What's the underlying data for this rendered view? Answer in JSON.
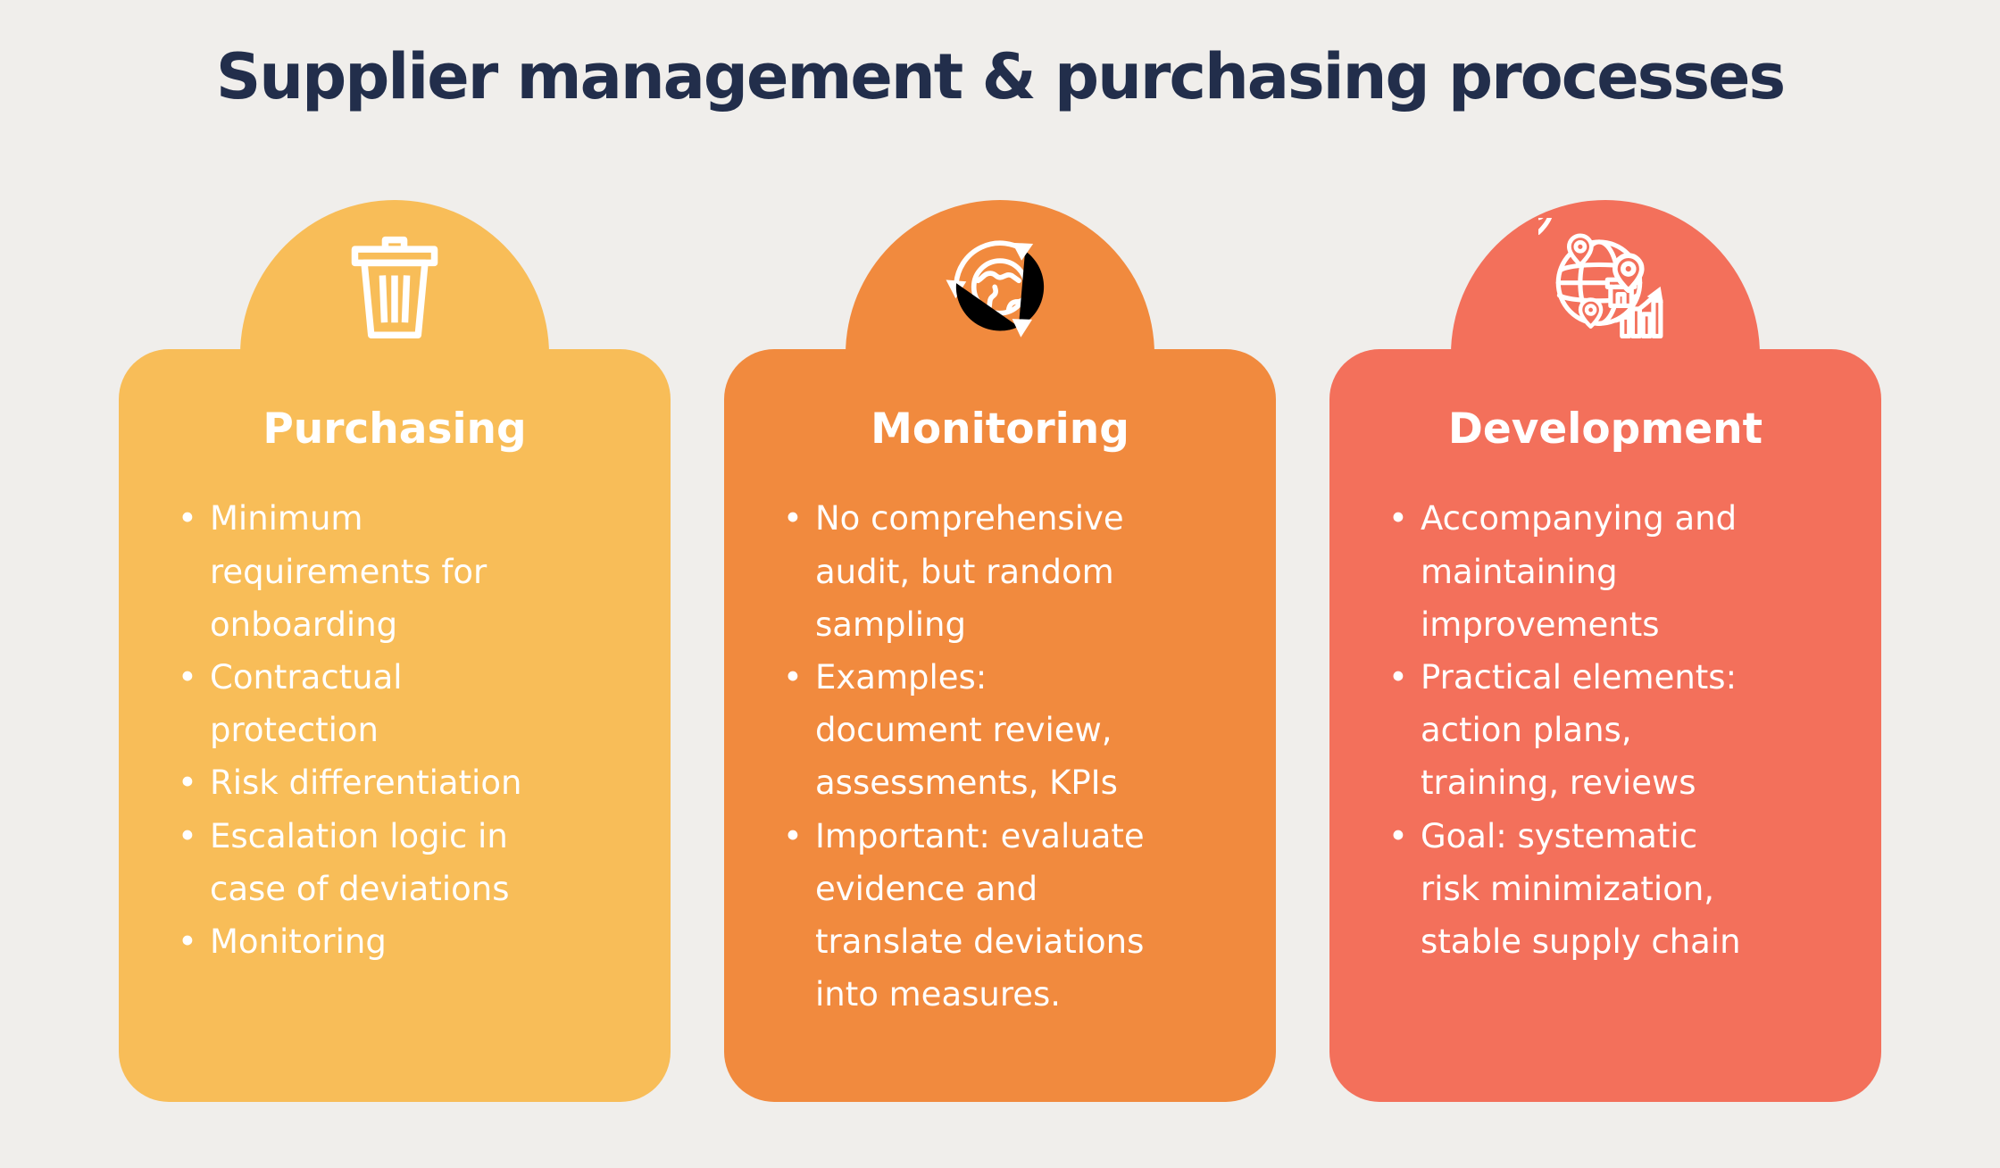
{
  "page": {
    "title": "Supplier management & purchasing processes",
    "background_color": "#F0EEEB",
    "title_color": "#222E4B",
    "card_text_color": "#FFFFFF"
  },
  "cards": [
    {
      "heading": "Purchasing",
      "color": "#F8BD58",
      "icon": "trash-icon",
      "bullets": [
        "Minimum requirements for onboarding",
        "Contractual protection",
        "Risk differentiation",
        "Escalation logic in case of deviations",
        "Monitoring"
      ]
    },
    {
      "heading": "Monitoring",
      "color": "#F18A3E",
      "icon": "globe-cycle-icon",
      "bullets": [
        "No comprehensive audit, but random sampling",
        "Examples: document review, assessments, KPIs",
        "Important: evaluate evidence and translate deviations into measures."
      ]
    },
    {
      "heading": "Development",
      "color": "#F3705B",
      "icon": "globe-network-icon",
      "bullets": [
        "Accompanying and maintaining improvements",
        "Practical elements: action plans, training, reviews",
        "Goal: systematic risk minimization, stable supply chain"
      ]
    }
  ]
}
